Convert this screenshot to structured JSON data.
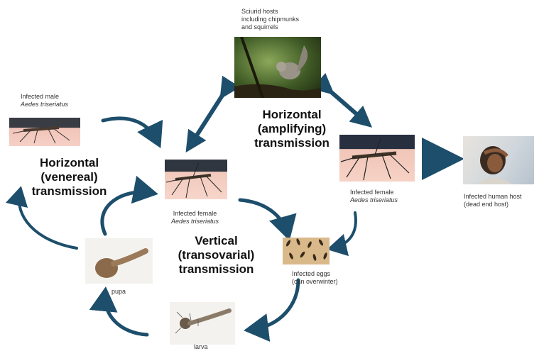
{
  "colors": {
    "arrow": "#1d4e6c"
  },
  "labels": {
    "squirrel_caption": [
      "Sciurid hosts",
      "including chipmunks",
      "and squirrels"
    ],
    "male_caption": {
      "line1": "Infected male",
      "species": "Aedes triseriatus"
    },
    "female_center_caption": {
      "line1": "Infected female",
      "species": "Aedes triseriatus"
    },
    "female_right_caption": {
      "line1": "Infected female",
      "species": "Aedes triseriatus"
    },
    "human_caption": [
      "Infected human host",
      "(dead end host)"
    ],
    "eggs_caption": [
      "Infected eggs",
      "(can overwinter)"
    ],
    "pupa_caption": "pupa",
    "larva_caption": "larva"
  },
  "titles": {
    "horizontal_amplifying": [
      "Horizontal",
      "(amplifying)",
      "transmission"
    ],
    "horizontal_venereal": [
      "Horizontal",
      "(venereal)",
      "transmission"
    ],
    "vertical": [
      "Vertical",
      "(transovarial)",
      "transmission"
    ]
  },
  "icons": [
    "squirrel-photo",
    "male-mosquito-photo",
    "female-mosquito-photo",
    "human-photo",
    "eggs-photo",
    "pupa-photo",
    "larva-photo"
  ]
}
